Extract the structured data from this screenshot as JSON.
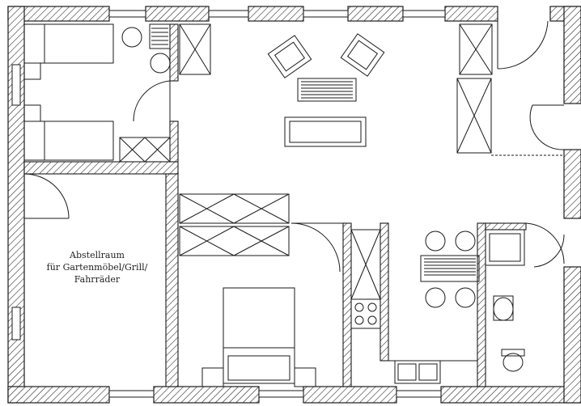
{
  "storage_room": {
    "line1": "Abstellraum",
    "line2": "für Gartenmöbel/Grill/",
    "line3": "Fahrräder"
  },
  "colors": {
    "wall_fill": "#efefef",
    "line": "#1a1a1a",
    "background": "#ffffff"
  }
}
